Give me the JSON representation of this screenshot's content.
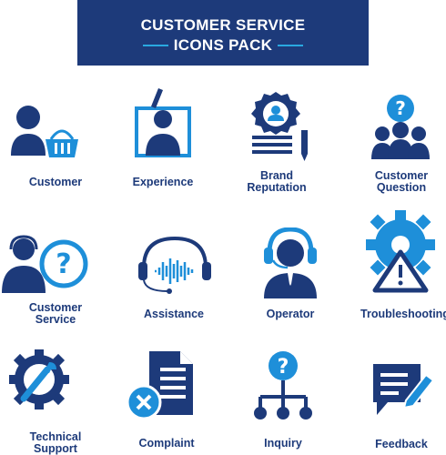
{
  "header": {
    "line1": "CUSTOMER SERVICE",
    "line2": "ICONS PACK"
  },
  "colors": {
    "navy": "#1d3a7a",
    "blue": "#1e8fd9",
    "white": "#ffffff"
  },
  "icons": [
    {
      "label": "Customer",
      "icon": "customer-basket-icon"
    },
    {
      "label": "Experience",
      "icon": "experience-icon"
    },
    {
      "label1": "Brand",
      "label2": "Reputation",
      "icon": "brand-reputation-icon"
    },
    {
      "label1": "Customer",
      "label2": "Question",
      "icon": "customer-question-icon"
    },
    {
      "label1": "Customer",
      "label2": "Service",
      "icon": "customer-service-icon"
    },
    {
      "label": "Assistance",
      "icon": "headset-wave-icon"
    },
    {
      "label": "Operator",
      "icon": "operator-icon"
    },
    {
      "label": "Troubleshooting",
      "icon": "gear-warning-icon"
    },
    {
      "label1": "Technical",
      "label2": "Support",
      "icon": "wrench-gear-icon"
    },
    {
      "label": "Complaint",
      "icon": "complaint-document-icon"
    },
    {
      "label": "Inquiry",
      "icon": "inquiry-network-icon"
    },
    {
      "label": "Feedback",
      "icon": "feedback-chat-icon"
    }
  ]
}
